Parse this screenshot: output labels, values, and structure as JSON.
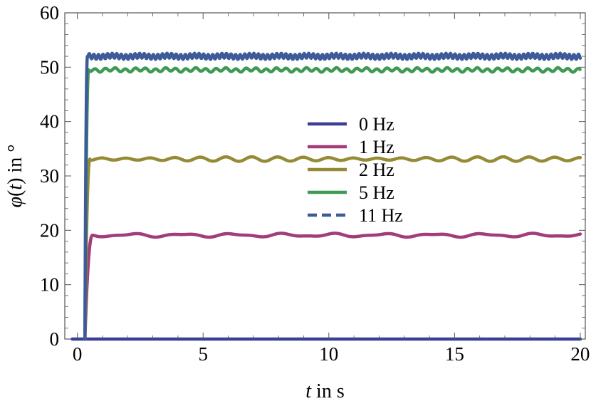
{
  "chart_data": {
    "type": "line",
    "title": "",
    "xlabel_var": "t",
    "xlabel_rest": " in s",
    "ylabel_var": "φ",
    "ylabel_paren_open": "(",
    "ylabel_paren_var": "t",
    "ylabel_rest": ") in °",
    "xlim": [
      -0.5,
      20.2
    ],
    "ylim": [
      0,
      60
    ],
    "x_ticks": [
      0,
      5,
      10,
      15,
      20
    ],
    "y_ticks": [
      0,
      10,
      20,
      30,
      40,
      50,
      60
    ],
    "grid": false,
    "legend_position": "center-right",
    "series": [
      {
        "name": "0 Hz",
        "color": "#3b3f96",
        "dash": false,
        "steady": 0,
        "ripple": 0,
        "rise_end": 0.3
      },
      {
        "name": "1 Hz",
        "color": "#a23d7a",
        "dash": false,
        "steady": 19.1,
        "ripple": 0.25,
        "rise_end": 0.6
      },
      {
        "name": "2 Hz",
        "color": "#968b35",
        "dash": false,
        "steady": 33.1,
        "ripple": 0.3,
        "rise_end": 0.5
      },
      {
        "name": "5 Hz",
        "color": "#3e9a52",
        "dash": false,
        "steady": 49.5,
        "ripple": 0.3,
        "rise_end": 0.45
      },
      {
        "name": "11 Hz",
        "color": "#3c5b98",
        "dash": true,
        "steady": 52.0,
        "ripple": 0.45,
        "rise_end": 0.4
      }
    ]
  }
}
